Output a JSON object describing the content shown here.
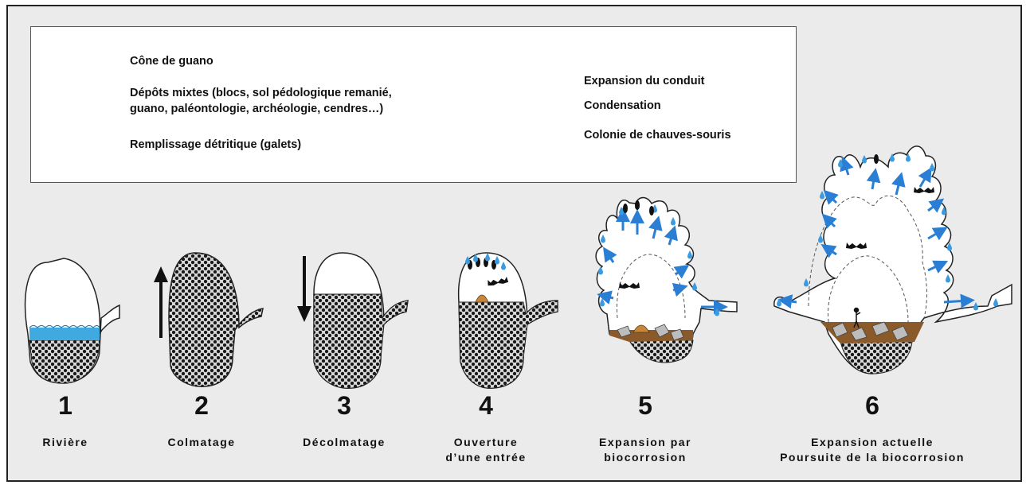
{
  "legend": {
    "guano_cone": "Cône de guano",
    "mixed_deposits_line1": "Dépôts mixtes (blocs, sol pédologique remanié,",
    "mixed_deposits_line2": "guano, paléontologie, archéologie, cendres…)",
    "detrital_fill": "Remplissage détritique (galets)",
    "conduit_expansion": "Expansion du conduit",
    "condensation": "Condensation",
    "bat_colony": "Colonie de chauves-souris"
  },
  "stages": [
    {
      "number": "1",
      "label_line1": "Rivière",
      "label_line2": ""
    },
    {
      "number": "2",
      "label_line1": "Colmatage",
      "label_line2": ""
    },
    {
      "number": "3",
      "label_line1": "Décolmatage",
      "label_line2": ""
    },
    {
      "number": "4",
      "label_line1": "Ouverture",
      "label_line2": "d’une entrée"
    },
    {
      "number": "5",
      "label_line1": "Expansion par",
      "label_line2": "biocorrosion"
    },
    {
      "number": "6",
      "label_line1": "Expansion actuelle",
      "label_line2": "Poursuite de la biocorrosion"
    }
  ],
  "colors": {
    "water": "#3fa9e0",
    "guano": "#c8863a",
    "mixed_deposits": "#8a5a2b",
    "arrow": "#2a7fd4",
    "drop": "#3a9be0",
    "bat": "#111111"
  }
}
